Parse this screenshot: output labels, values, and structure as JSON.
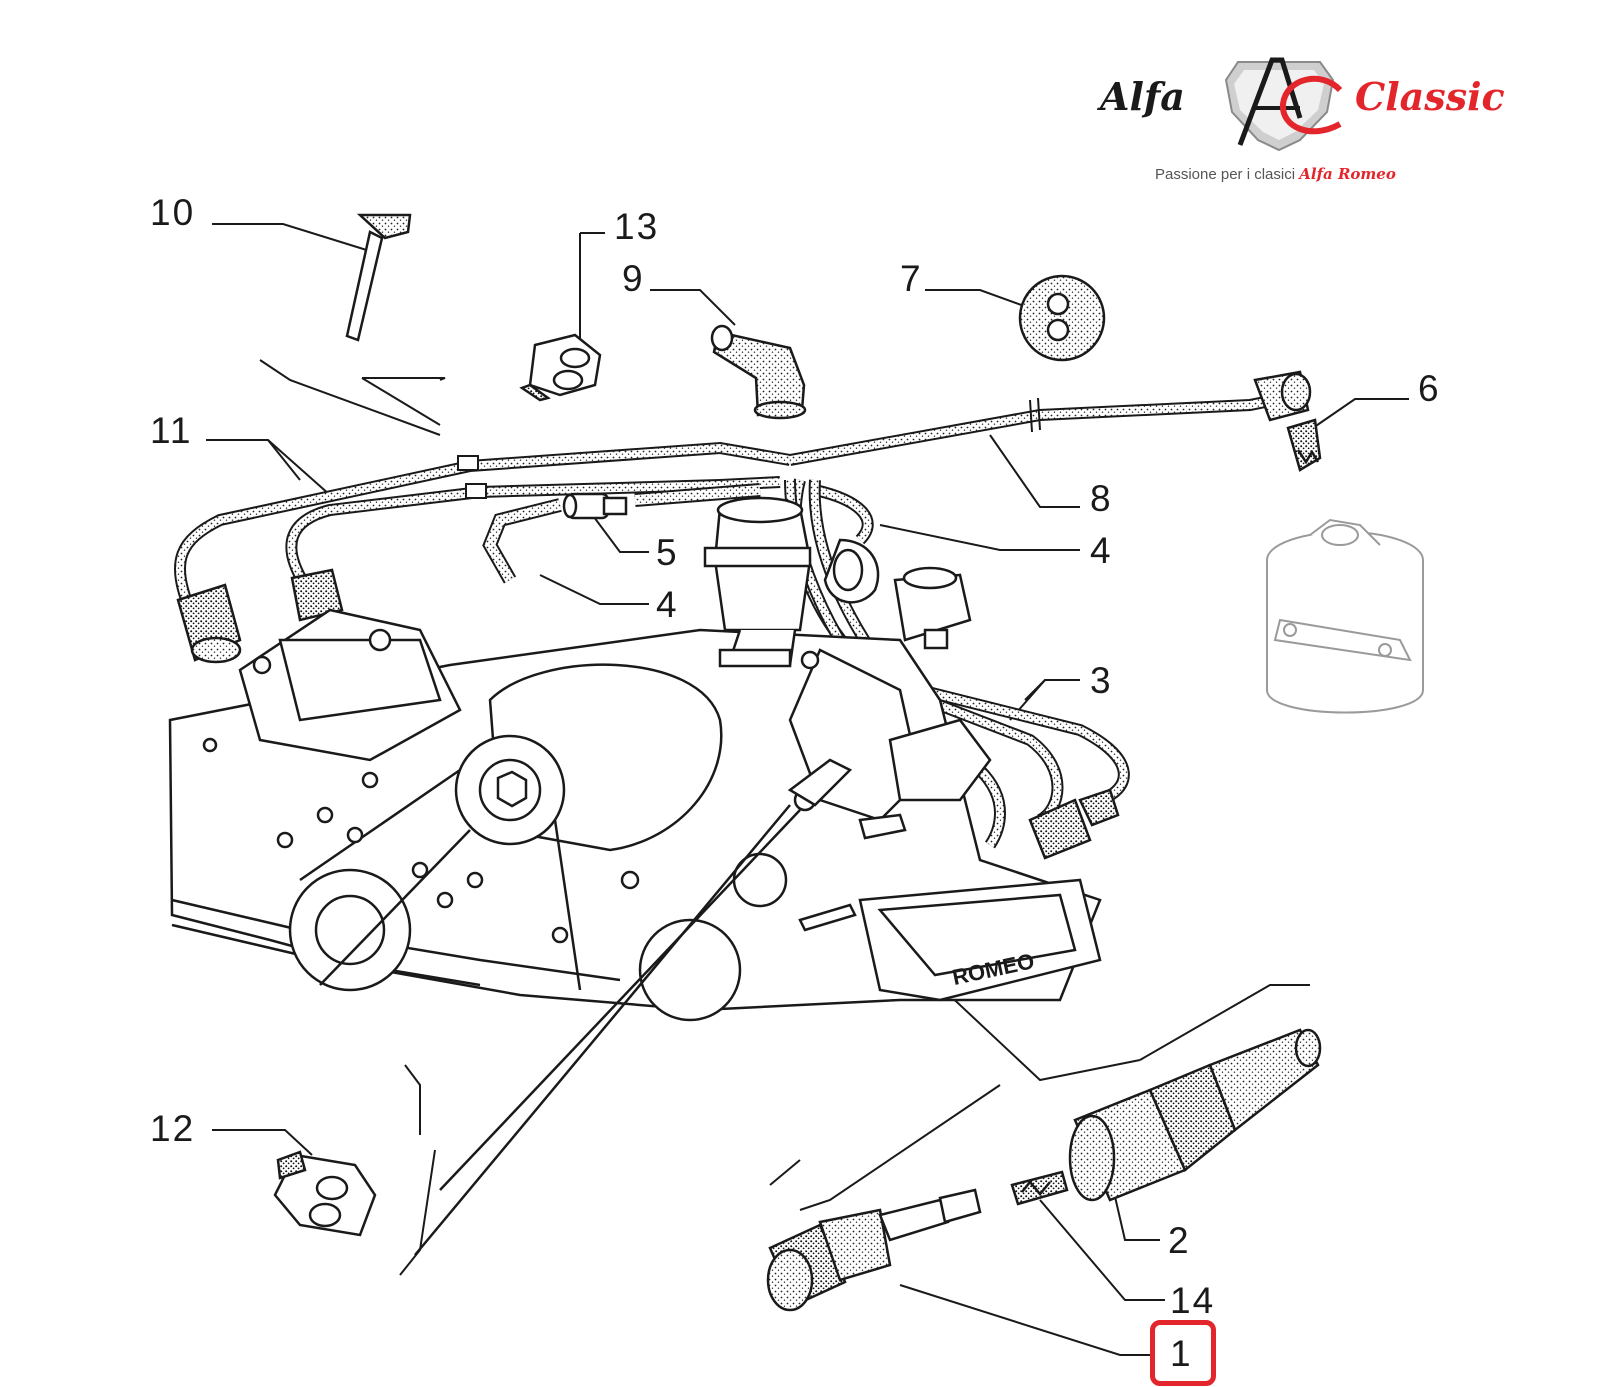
{
  "brand": {
    "word_left": "Alfa",
    "word_right": "Classic",
    "tagline_prefix": "Passione per i clasici",
    "tagline_script": "Alfa Romeo",
    "colors": {
      "dark": "#1a1a1a",
      "red": "#e3262c",
      "grey": "#9a9a9a"
    }
  },
  "diagram": {
    "engraving": "ROMEO",
    "callouts": [
      {
        "id": "1",
        "label": "1",
        "highlighted": true
      },
      {
        "id": "2",
        "label": "2"
      },
      {
        "id": "3",
        "label": "3"
      },
      {
        "id": "4a",
        "label": "4"
      },
      {
        "id": "4b",
        "label": "4"
      },
      {
        "id": "5",
        "label": "5"
      },
      {
        "id": "6",
        "label": "6"
      },
      {
        "id": "7",
        "label": "7"
      },
      {
        "id": "8",
        "label": "8"
      },
      {
        "id": "9",
        "label": "9"
      },
      {
        "id": "10",
        "label": "10"
      },
      {
        "id": "11",
        "label": "11"
      },
      {
        "id": "12",
        "label": "12"
      },
      {
        "id": "13",
        "label": "13"
      },
      {
        "id": "14",
        "label": "14"
      }
    ],
    "highlight_color": "#e3262c"
  }
}
